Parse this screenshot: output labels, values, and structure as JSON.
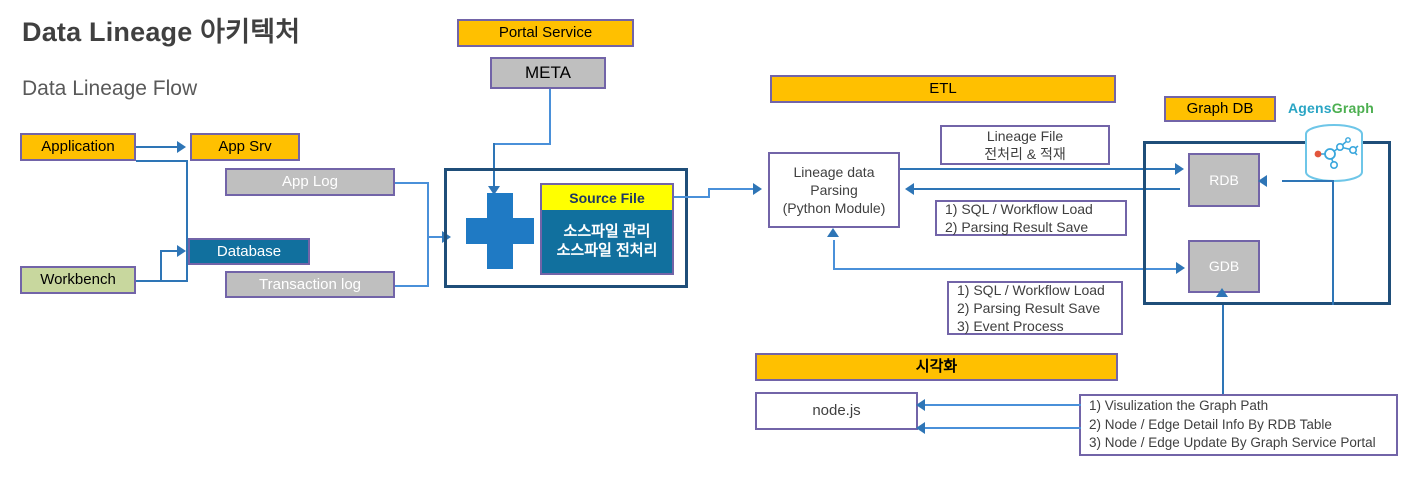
{
  "header": {
    "title": "Data Lineage 아키텍처",
    "subtitle": "Data Lineage Flow"
  },
  "sources": {
    "application": "Application",
    "workbench": "Workbench",
    "app_srv": "App Srv",
    "app_log": "App Log",
    "database": "Database",
    "transaction_log": "Transaction log"
  },
  "portal": {
    "portal_service": "Portal Service",
    "meta": "META"
  },
  "source_file": {
    "header": "Source File",
    "line1": "소스파일 관리",
    "line2": "소스파일 전처리"
  },
  "etl": {
    "banner": "ETL",
    "parsing_line1": "Lineage data",
    "parsing_line2": "Parsing",
    "parsing_line3": "(Python Module)",
    "lineage_file_line1": "Lineage File",
    "lineage_file_line2": "전처리 & 적재",
    "note1_line1": "1) SQL / Workflow Load",
    "note1_line2": "2) Parsing Result Save",
    "note2_line1": "1) SQL / Workflow Load",
    "note2_line2": "2) Parsing Result Save",
    "note2_line3": "3) Event Process"
  },
  "graphdb": {
    "banner": "Graph DB",
    "rdb": "RDB",
    "gdb": "GDB",
    "logo_part1": "Agens",
    "logo_part2": "Graph"
  },
  "visualization": {
    "banner": "시각화",
    "nodejs": "node.js",
    "note_line1": "1) Visulization the Graph Path",
    "note_line2": "2) Node / Edge Detail Info By RDB Table",
    "note_line3": "3) Node / Edge Update By Graph Service Portal"
  },
  "colors": {
    "orange": "#FFC000",
    "green": "#c8d79e",
    "teal": "#11709e",
    "gray": "#bfbfbf",
    "yellow": "#ffff00",
    "border_purple": "#7264a8",
    "navy": "#1f4e79",
    "arrow_blue": "#2e75b6",
    "logo_blue": "#2aa5c4",
    "logo_green": "#4caf50"
  }
}
